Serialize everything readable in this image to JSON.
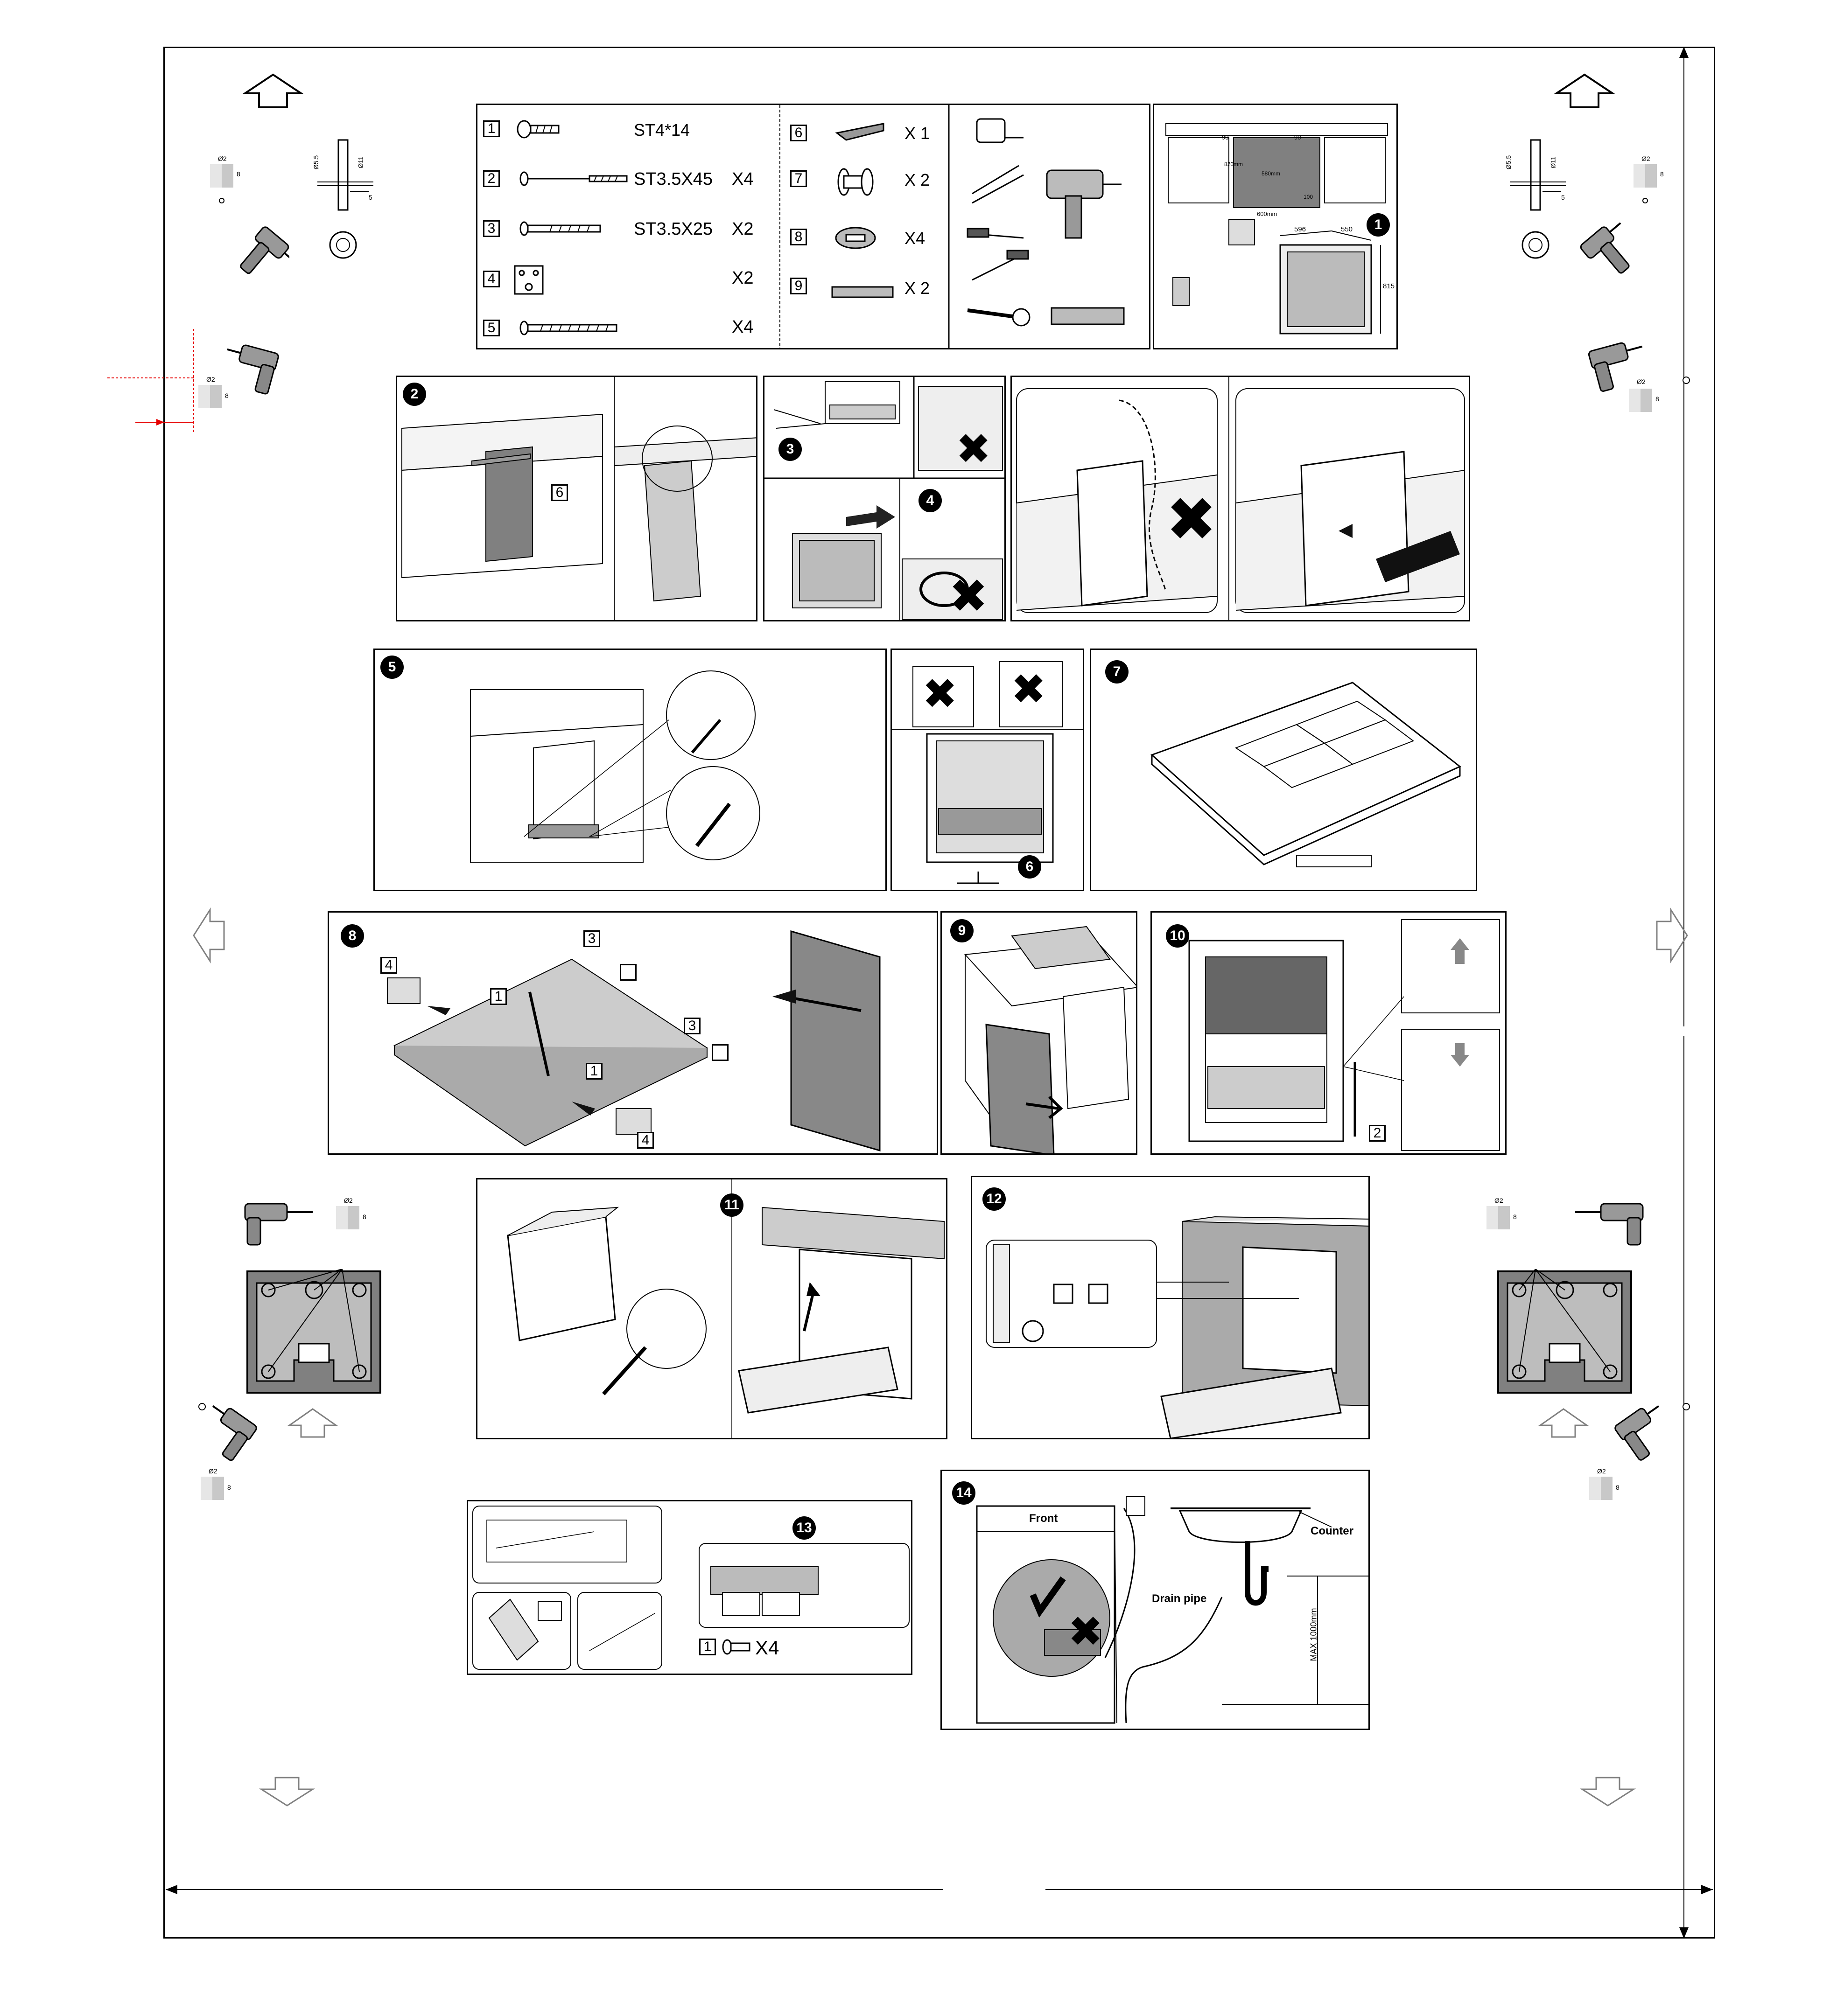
{
  "parts": [
    {
      "num": "1",
      "spec": "ST4*14",
      "qty": ""
    },
    {
      "num": "2",
      "spec": "ST3.5X45",
      "qty": "X4"
    },
    {
      "num": "3",
      "spec": "ST3.5X25",
      "qty": "X2"
    },
    {
      "num": "4",
      "spec": "",
      "qty": "X2"
    },
    {
      "num": "5",
      "spec": "",
      "qty": "X4"
    },
    {
      "num": "6",
      "spec": "",
      "qty": "X 1"
    },
    {
      "num": "7",
      "spec": "",
      "qty": "X 2"
    },
    {
      "num": "8",
      "spec": "",
      "qty": "X4"
    },
    {
      "num": "9",
      "spec": "",
      "qty": "X 2"
    }
  ],
  "steps": [
    "1",
    "2",
    "3",
    "4",
    "5",
    "6",
    "7",
    "8",
    "9",
    "10",
    "11",
    "12",
    "13",
    "14"
  ],
  "dims": {
    "d55": "Ø5.5",
    "d11": "Ø11",
    "d5": "5",
    "d2": "Ø2",
    "d8": "8",
    "w596": "596",
    "w550": "550",
    "h815": "815",
    "w90": "90",
    "w90b": "90",
    "w600": "600mm",
    "h820": "820mm",
    "w580": "580mm",
    "w100": "100"
  },
  "step2": {
    "ref": "6"
  },
  "step6": {
    "ref": "6"
  },
  "step8": {
    "r4a": "4",
    "r1a": "1",
    "r3a": "3",
    "r3b": "3",
    "r1b": "1",
    "r4b": "4"
  },
  "step10": {
    "ref": "2"
  },
  "step13": {
    "ref": "1",
    "qty": "X4"
  },
  "step14": {
    "front": "Front",
    "counter": "Counter",
    "drain": "Drain pipe",
    "max": "MAX 1000mm"
  },
  "colors": {
    "line": "#000000",
    "gray": "#808080",
    "light": "#c8c8c8",
    "red": "#e60000"
  }
}
